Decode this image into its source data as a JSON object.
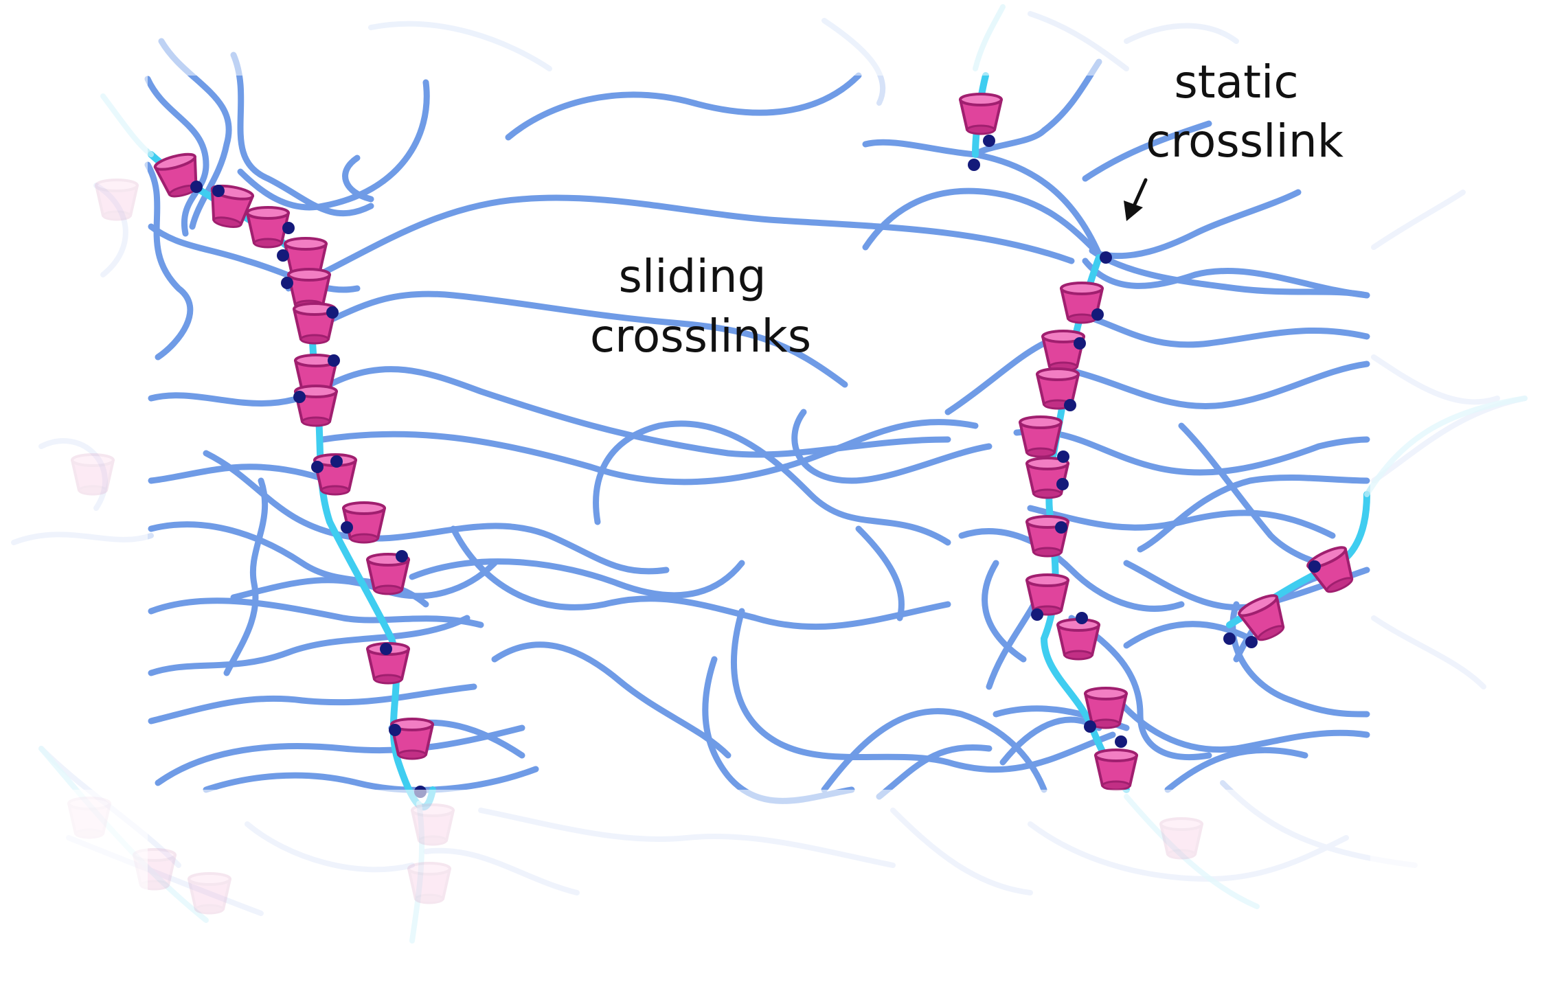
{
  "labels": {
    "sliding_line1": "sliding",
    "sliding_line2": "crosslinks",
    "static_line1": "static",
    "static_line2": "crosslink"
  },
  "colors": {
    "background": "#ffffff",
    "polymer_strand": "#6f9be6",
    "axle_chain": "#3fcdf0",
    "ring": "#e0449c",
    "ring_edge": "#a01f6f",
    "crosslink_dot": "#141a7a",
    "label_text": "#111111",
    "fade_overlay": "#ffffff"
  }
}
